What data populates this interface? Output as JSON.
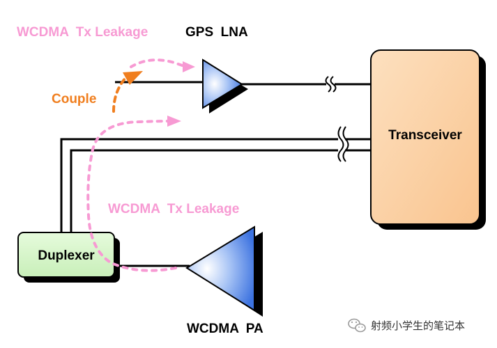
{
  "labels": {
    "leakage_top": "WCDMA  Tx Leakage",
    "gps_lna": "GPS  LNA",
    "couple": "Couple",
    "transceiver": "Transceiver",
    "leakage_mid": "WCDMA  Tx Leakage",
    "duplexer": "Duplexer",
    "wcdma_pa": "WCDMA  PA"
  },
  "watermark": {
    "icon": "wechat-icon",
    "text": "射频小学生的笔记本"
  },
  "colors": {
    "leakage": "#f79ad3",
    "couple": "#f07e1e",
    "transceiver_fill": "#fbcf9f",
    "duplexer_fill": "#d4f5c8",
    "amp_fill": "#3d73e0",
    "wire": "#000000"
  }
}
